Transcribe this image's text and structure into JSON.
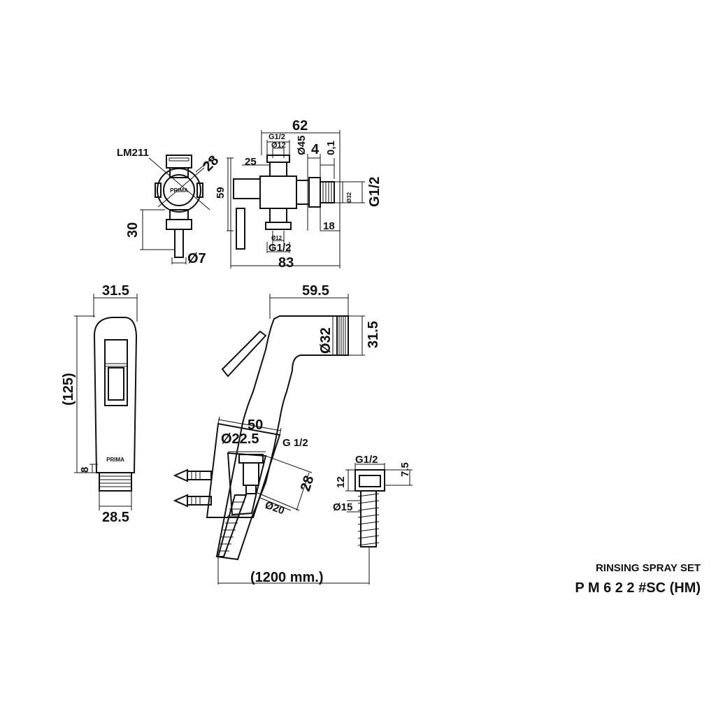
{
  "dimensions": {
    "valve_top": {
      "lm": "LM211",
      "d28": "28",
      "d30": "30",
      "phi7": "Ø7"
    },
    "valve_side": {
      "d62": "62",
      "g12_top": "G1/2",
      "phi12_top": "Ø12",
      "phi45": "Ø45",
      "d4": "4",
      "d01": "0,1",
      "d25": "25",
      "d59": "59",
      "phi32_small": "Ø32",
      "g12_right": "G1/2",
      "d18": "18",
      "phi12_bottom": "Ø12",
      "g12_bottom": "G1/2",
      "d83": "83"
    },
    "handle_front": {
      "d315": "31.5",
      "d125": "(125)",
      "d8": "8",
      "d285": "28.5"
    },
    "handle_side": {
      "d595": "59.5",
      "phi32": "Ø32",
      "d315": "31.5"
    },
    "holder": {
      "d50": "50",
      "phi225": "Ø22.5",
      "g12": "G 1/2",
      "d28": "28",
      "phi20": "Ø20"
    },
    "hose": {
      "length": "(1200 mm.)",
      "g12": "G1/2",
      "d12": "12",
      "d75": "7.5",
      "phi15": "Ø15"
    }
  },
  "logo_text": "PRIMA",
  "title": {
    "line1": "RINSING SPRAY SET",
    "line2": "P M 6 2 2 #SC (HM)"
  }
}
